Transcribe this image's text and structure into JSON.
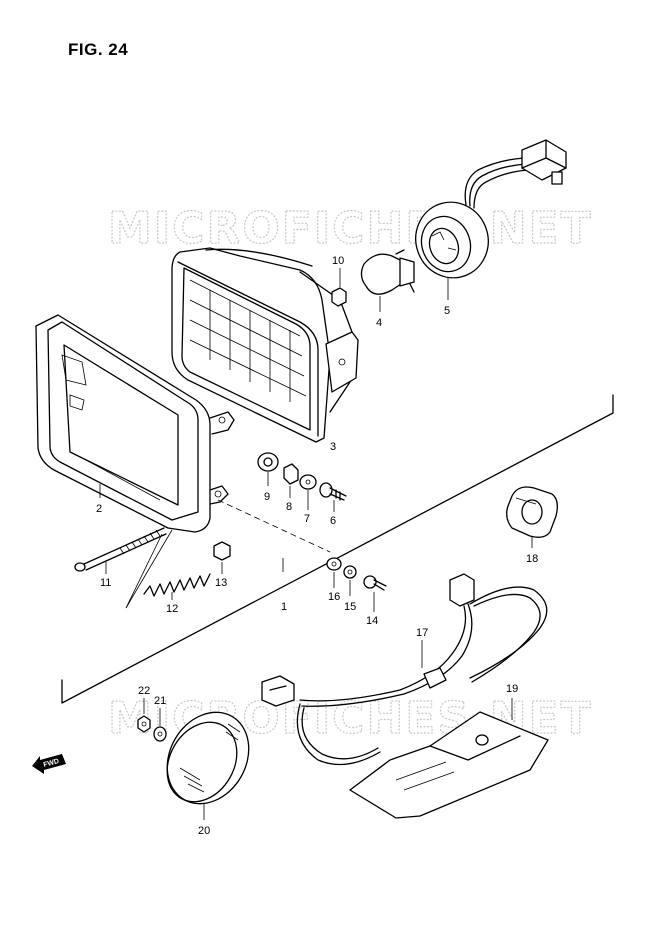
{
  "figure": {
    "title": "FIG. 24"
  },
  "watermark": {
    "text": "MICROFICHES.NET"
  },
  "direction_badge": {
    "label": "FWD",
    "icon": "fwd-arrow-icon"
  },
  "parts": [
    {
      "number": "1",
      "name": "headlight-assembly"
    },
    {
      "number": "2",
      "name": "headlight-rim"
    },
    {
      "number": "3",
      "name": "sealed-beam-unit"
    },
    {
      "number": "4",
      "name": "bulb"
    },
    {
      "number": "5",
      "name": "socket-harness"
    },
    {
      "number": "6",
      "name": "screw"
    },
    {
      "number": "7",
      "name": "washer"
    },
    {
      "number": "8",
      "name": "collar"
    },
    {
      "number": "9",
      "name": "cushion"
    },
    {
      "number": "10",
      "name": "clip"
    },
    {
      "number": "11",
      "name": "adjusting-screw"
    },
    {
      "number": "12",
      "name": "spring"
    },
    {
      "number": "13",
      "name": "nut"
    },
    {
      "number": "14",
      "name": "screw"
    },
    {
      "number": "15",
      "name": "washer"
    },
    {
      "number": "16",
      "name": "washer"
    },
    {
      "number": "17",
      "name": "wiring-harness"
    },
    {
      "number": "18",
      "name": "grommet"
    },
    {
      "number": "19",
      "name": "bag"
    },
    {
      "number": "20",
      "name": "cap"
    },
    {
      "number": "21",
      "name": "washer"
    },
    {
      "number": "22",
      "name": "nut"
    }
  ]
}
